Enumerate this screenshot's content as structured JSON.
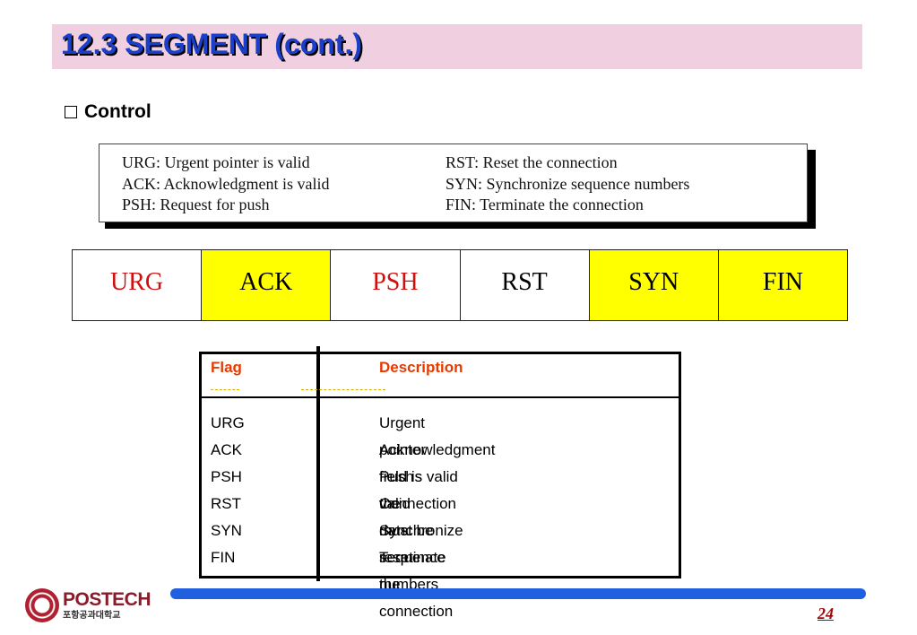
{
  "slide": {
    "title": "12.3 SEGMENT (cont.)",
    "section_label": "Control",
    "page_number": "24"
  },
  "legend": {
    "left": [
      "URG: Urgent pointer is valid",
      "ACK: Acknowledgment is valid",
      "PSH: Request for push"
    ],
    "right": [
      "RST: Reset the connection",
      "SYN: Synchronize sequence numbers",
      "FIN: Terminate the connection"
    ]
  },
  "flags": [
    {
      "label": "URG",
      "text_color": "#d01010",
      "bg": "#ffffff"
    },
    {
      "label": "ACK",
      "text_color": "#000000",
      "bg": "#ffff00"
    },
    {
      "label": "PSH",
      "text_color": "#d01010",
      "bg": "#ffffff"
    },
    {
      "label": "RST",
      "text_color": "#000000",
      "bg": "#ffffff"
    },
    {
      "label": "SYN",
      "text_color": "#000000",
      "bg": "#ffff00"
    },
    {
      "label": "FIN",
      "text_color": "#000000",
      "bg": "#ffff00"
    }
  ],
  "table": {
    "headers": [
      "Flag",
      "Description"
    ],
    "rows": [
      [
        "URG",
        "Urgent pointer field is valid"
      ],
      [
        "ACK",
        "Acknowledgment field is valid"
      ],
      [
        "PSH",
        "Push the data"
      ],
      [
        "RST",
        "Connection must be reset"
      ],
      [
        "SYN",
        "Synchronize sequence numbers"
      ],
      [
        "FIN",
        "Terminate the connection"
      ]
    ]
  },
  "footer": {
    "logo_main": "POSTECH",
    "logo_sub": "포항공과대학교"
  },
  "colors": {
    "title": "#1a3fc8",
    "title_bar": "#f0cfe0",
    "table_header": "#e83a00",
    "footer_bar": "#1f5fe0",
    "page_number": "#9a0a0a"
  }
}
